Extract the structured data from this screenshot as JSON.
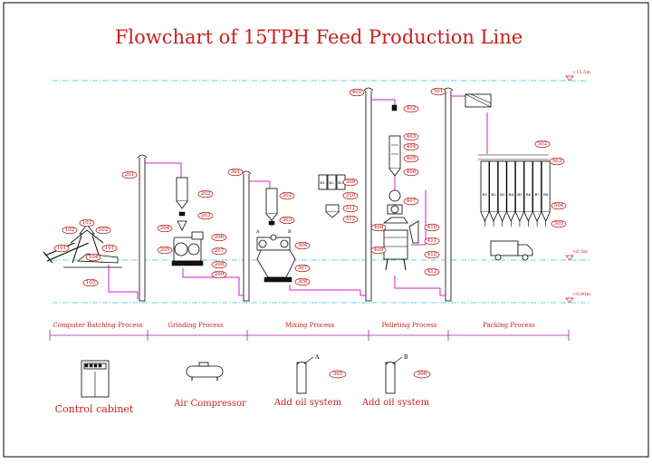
{
  "title": "Flowchart of 15TPH Feed Production Line",
  "levels": [
    "+15.5m",
    "+6.5m",
    "+0.00m"
  ],
  "processes": [
    "Computer Batching Process",
    "Grinding Process",
    "Mixing Process",
    "Pelleting Process",
    "Packing Process"
  ],
  "bin_labels": [
    "B1",
    "B2",
    "B3",
    "B4",
    "B5",
    "B6",
    "B7",
    "B8"
  ],
  "mixer_ab": [
    "A",
    "B"
  ],
  "legend": {
    "control_cabinet": "Control cabinet",
    "air_compressor": "Air Compressor",
    "oil_a": "Add oil system",
    "oil_b": "Add oil system",
    "oil_a_letter": "A",
    "oil_b_letter": "B",
    "oil_a_tag": "305",
    "oil_b_tag": "306"
  },
  "tags": {
    "t101": "101",
    "t102": "102",
    "t103": "103",
    "t104": "104",
    "t105": "105",
    "t106": "106",
    "t201": "201",
    "t202": "202",
    "t203": "203",
    "t204": "204",
    "t205": "205",
    "t206": "206",
    "t207": "207",
    "t208": "208",
    "t209": "209",
    "t301": "301",
    "t302": "302",
    "t303": "303",
    "t304": "304",
    "t307": "307",
    "t308": "308",
    "t309": "309",
    "t310": "310",
    "t311": "311",
    "t312": "312",
    "t401": "401",
    "t402": "402",
    "t403": "403",
    "t404": "404",
    "t405": "405",
    "t406": "406",
    "t407": "407",
    "t408": "408",
    "t409": "409",
    "t410": "410",
    "t411": "411",
    "t412": "412",
    "t413": "413",
    "t501": "501",
    "t502": "502",
    "t503": "503",
    "t504": "504",
    "t505": "505"
  },
  "colors": {
    "title": "#c81e1e",
    "pipe": "#d020d0",
    "level_line": "#30c0e0",
    "tag": "#b00000"
  }
}
